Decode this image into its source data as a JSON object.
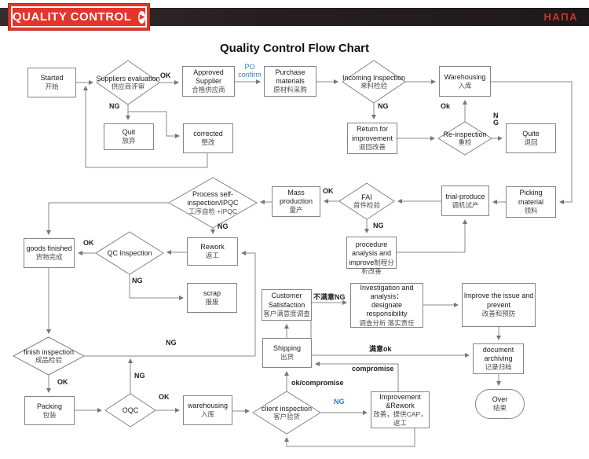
{
  "header": {
    "badge": "QUALITY CONTROL",
    "logo": "HAΠA"
  },
  "title": "Quality Control Flow Chart",
  "colors": {
    "accent_red": "#e5342a",
    "header_dark": "#251f22",
    "line_gray": "#8a8a8a",
    "label_blue": "#2e80c4"
  },
  "icons": {
    "badge_arrow": "play-circle-icon"
  },
  "nodes": {
    "started": {
      "en": "Started",
      "zh": "开始"
    },
    "suppliers_evaluation": {
      "en": "Suppliers evaluation",
      "zh": "供应商评审"
    },
    "approved_supplier": {
      "en": "Approved Supplier",
      "zh": "合格供应商"
    },
    "purchase_materials": {
      "en": "Purchase materials",
      "zh": "原材料采购"
    },
    "incoming_inspection": {
      "en": "Incoming Inspection",
      "zh": "来料检验"
    },
    "warehousing_1": {
      "en": "Warehousing",
      "zh": "入库"
    },
    "quit": {
      "en": "Quit",
      "zh": "放弃"
    },
    "corrected": {
      "en": "corrected",
      "zh": "整改"
    },
    "return_for_improvement": {
      "en": "Return for improvement",
      "zh": "退回改善"
    },
    "re_inspection": {
      "en": "Re-inspection",
      "zh": "重检"
    },
    "quite": {
      "en": "Quite",
      "zh": "退回"
    },
    "picking_material": {
      "en": "Picking material",
      "zh": "领料"
    },
    "trial_produce": {
      "en": "trial-produce",
      "zh": "调机试产"
    },
    "fai": {
      "en": "FAI",
      "zh": "首件检验"
    },
    "mass_production": {
      "en": "Mass production",
      "zh": "量产"
    },
    "process_self_inspection": {
      "en": "Process self-inspection/IPQC",
      "zh": "工序自检 +IPQC"
    },
    "procedure_analysis": {
      "en": "procedure analysis and improve",
      "zh": "制程分析改善"
    },
    "rework": {
      "en": "Rework",
      "zh": "返工"
    },
    "qc_inspection": {
      "en": "QC Inspection"
    },
    "goods_finished": {
      "en": "goods finished",
      "zh": "货物完成"
    },
    "scrap": {
      "en": "scrap",
      "zh": "报废"
    },
    "customer_satisfaction": {
      "en": "Customer Satisfaction",
      "zh": "客户满意度调查"
    },
    "investigation": {
      "en": "Investigation and analysis：\ndesignate responsibility",
      "zh": "调查分析 落实责任"
    },
    "improve_issue": {
      "en": "Improve the issue and prevent",
      "zh": "改善和预防"
    },
    "shipping": {
      "en": "Shipping",
      "zh": "出货"
    },
    "document_archiving": {
      "en": "document archiving",
      "zh": "记录归档"
    },
    "finish_inspection": {
      "en": "finish inspection",
      "zh": "成品检验"
    },
    "packing": {
      "en": "Packing",
      "zh": "包装"
    },
    "oqc": {
      "en": "OQC"
    },
    "warehousing_2": {
      "en": "warehousing",
      "zh": "入库"
    },
    "client_inspection": {
      "en": "client inspection",
      "zh": "客户验货"
    },
    "improvement_rework": {
      "en": "Improvement\n&Rework",
      "zh": "改善，提供CAP，返工"
    },
    "over": {
      "en": "Over",
      "zh": "结束"
    }
  },
  "labels": {
    "ok_suppliers": "OK",
    "po_confirm": "PO confirm",
    "ng_suppliers": "NG",
    "ng_incoming": "NG",
    "ok_reinspection": "Ok",
    "ng_reinspection": "N\nG",
    "ok_fai": "OK",
    "ng_fai": "NG",
    "ng_process": "NG",
    "ok_qc": "OK",
    "ng_qc": "NG",
    "ng_finish": "NG",
    "ng_oqc": "NG",
    "ok_finish": "OK",
    "ok_oqc": "OK",
    "unsatisfied_ng": "不满意NG",
    "satisfied_ok": "满意ok",
    "compromise": "compromise",
    "ok_compromise": "ok/compromise",
    "ng_client": "NG"
  }
}
